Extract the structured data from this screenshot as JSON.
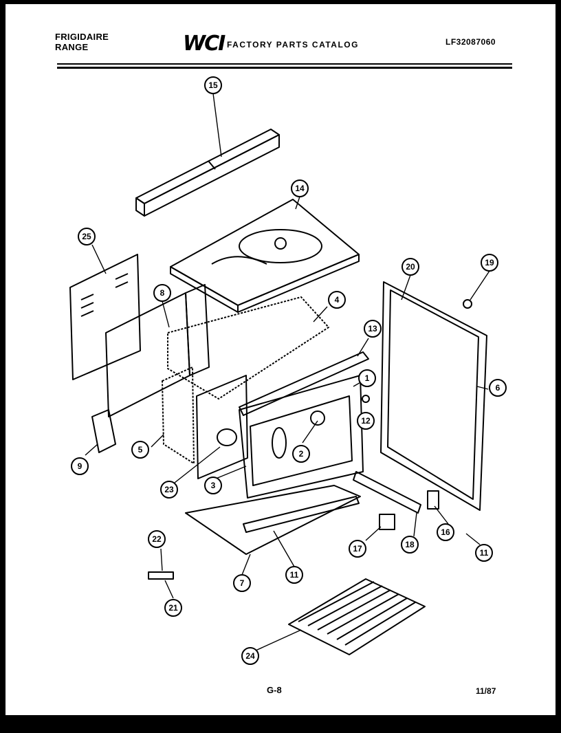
{
  "header": {
    "brand_line1": "FRIGIDAIRE",
    "brand_line2": "RANGE",
    "logo": "WCI",
    "catalog_title": "FACTORY PARTS CATALOG",
    "model_number": "LF32087060"
  },
  "footer": {
    "page_code": "G-8",
    "date_code": "11/87"
  },
  "callouts": [
    "15",
    "14",
    "25",
    "8",
    "4",
    "20",
    "19",
    "13",
    "1",
    "6",
    "12",
    "5",
    "9",
    "23",
    "2",
    "3",
    "16",
    "17",
    "18",
    "11",
    "22",
    "7",
    "11",
    "21",
    "24"
  ]
}
